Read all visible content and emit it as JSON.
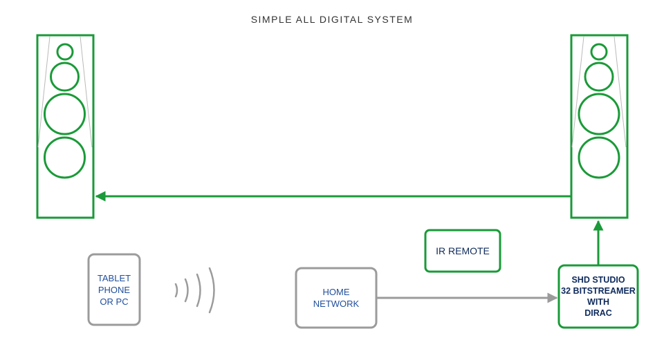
{
  "title": "SIMPLE ALL DIGITAL SYSTEM",
  "nodes": {
    "device": {
      "lines": [
        "TABLET",
        "PHONE",
        "OR PC"
      ]
    },
    "network": {
      "lines": [
        "HOME",
        "NETWORK"
      ]
    },
    "remote": {
      "lines": [
        "IR REMOTE"
      ]
    },
    "streamer": {
      "lines": [
        "SHD STUDIO",
        "32 BITSTREAMER",
        "WITH",
        "DIRAC"
      ]
    }
  },
  "colors": {
    "green": "#1a9a38",
    "gray": "#9b9b9b",
    "blue_text": "#1f4e9c",
    "navy_text": "#0e2a5c"
  }
}
